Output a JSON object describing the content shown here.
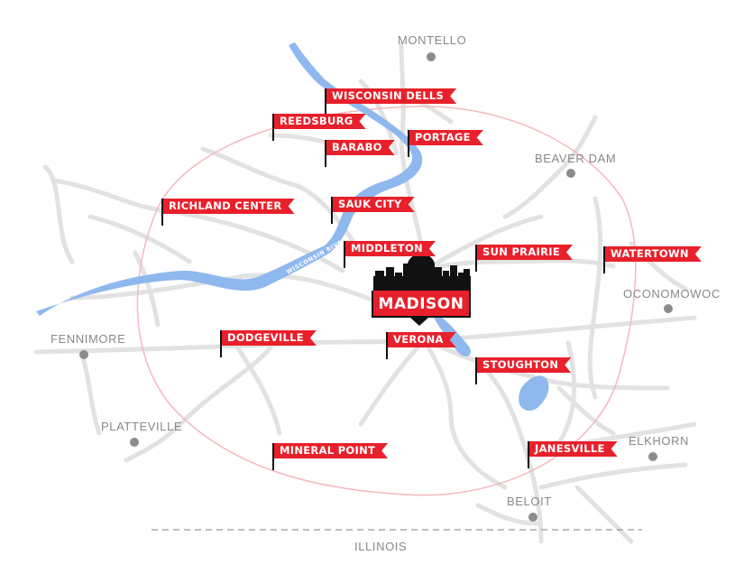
{
  "map": {
    "center_city": "MADISON",
    "state_border_label": "ILLINOIS",
    "river_label": "WISCONSIN RIVER",
    "colors": {
      "flag_red": "#e8202b",
      "water_blue": "#8fb8ee",
      "road_gray": "#e2e2e2",
      "radius_ring_pink": "#f4b8be",
      "city_text_gray": "#888888",
      "city_dot_gray": "#8c8c8c",
      "skyline_black": "#111111"
    },
    "flagged_cities": [
      {
        "name": "WISCONSIN DELLS"
      },
      {
        "name": "REEDSBURG"
      },
      {
        "name": "BARABO"
      },
      {
        "name": "PORTAGE"
      },
      {
        "name": "RICHLAND CENTER"
      },
      {
        "name": "SAUK CITY"
      },
      {
        "name": "MIDDLETON"
      },
      {
        "name": "SUN PRAIRIE"
      },
      {
        "name": "WATERTOWN"
      },
      {
        "name": "DODGEVILLE"
      },
      {
        "name": "VERONA"
      },
      {
        "name": "STOUGHTON"
      },
      {
        "name": "MINERAL POINT"
      },
      {
        "name": "JANESVILLE"
      }
    ],
    "reference_cities": [
      {
        "name": "MONTELLO"
      },
      {
        "name": "BEAVER DAM"
      },
      {
        "name": "OCONOMOWOC"
      },
      {
        "name": "FENNIMORE"
      },
      {
        "name": "PLATTEVILLE"
      },
      {
        "name": "ELKHORN"
      },
      {
        "name": "BELOIT"
      }
    ]
  }
}
